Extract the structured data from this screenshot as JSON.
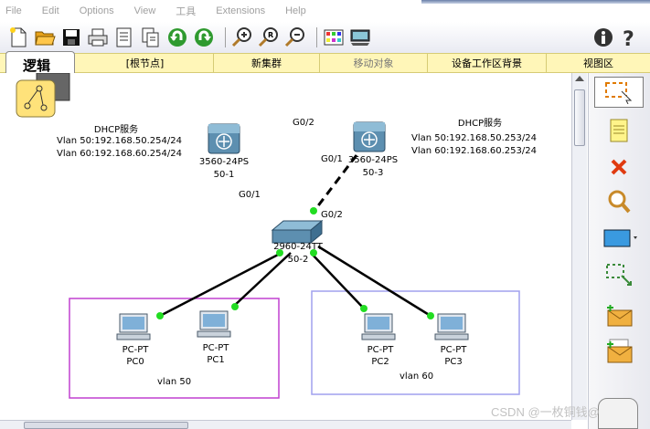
{
  "menubar": {
    "items": [
      "File",
      "Edit",
      "Options",
      "View",
      "工具",
      "Extensions",
      "Help"
    ]
  },
  "toolbar": {
    "tools": [
      "new-icon",
      "open-folder-icon",
      "save-icon",
      "print-icon",
      "activity-wizard-icon",
      "copy-icon",
      "undo-icon",
      "redo-icon",
      "zoom-in-icon",
      "zoom-reset-icon",
      "zoom-out-icon",
      "palette-icon",
      "device-template-icon",
      "info-icon",
      "help-icon"
    ]
  },
  "modebar": {
    "logical_tab": "逻辑",
    "root": "[根节点]",
    "new_cluster": "新集群",
    "move_object": "移动对象",
    "set_background": "设备工作区背景",
    "viewport": "视图区"
  },
  "topology": {
    "dhcp_left": {
      "title": "DHCP服务",
      "line1": "Vlan 50:192.168.50.254/24",
      "line2": "Vlan 60:192.168.60.254/24"
    },
    "dhcp_right": {
      "title": "DHCP服务",
      "line1": "Vlan 50:192.168.50.253/24",
      "line2": "Vlan 60:192.168.60.253/24"
    },
    "devices": {
      "sw1": {
        "model": "3560-24PS",
        "name": "50-1"
      },
      "sw3": {
        "model": "3560-24PS",
        "name": "50-3"
      },
      "sw2": {
        "model": "2960-24TT",
        "name": "50-2"
      },
      "pc0": {
        "model": "PC-PT",
        "name": "PC0"
      },
      "pc1": {
        "model": "PC-PT",
        "name": "PC1"
      },
      "pc2": {
        "model": "PC-PT",
        "name": "PC2"
      },
      "pc3": {
        "model": "PC-PT",
        "name": "PC3"
      }
    },
    "ports": {
      "sw3_g02_label": "G0/2",
      "sw3_g01": "G0/1",
      "sw2_g01": "G0/1",
      "sw2_g02": "G0/2"
    },
    "vlan_left": "vlan 50",
    "vlan_right": "vlan 60"
  },
  "colors": {
    "modebar_bg": "#fff6b8",
    "link": "#000000",
    "port_up": "#22dd22",
    "vlan50_box": "#c040d0",
    "vlan60_box": "#a0a0ee"
  },
  "watermark": "CSDN @一枚铜钱@"
}
